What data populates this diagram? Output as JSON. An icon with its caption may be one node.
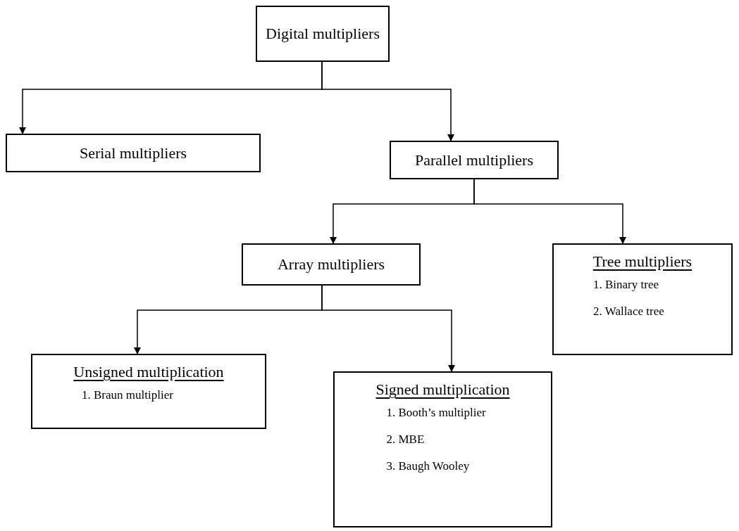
{
  "diagram": {
    "nodes": [
      {
        "text": [
          "Digital multipliers"
        ]
      },
      {
        "text": [
          "Serial multipliers"
        ]
      },
      {
        "text": [
          "Parallel multipliers"
        ]
      },
      {
        "text": [
          "Array multipliers"
        ]
      },
      {
        "text": [
          "Tree multipliers",
          "1. Binary tree",
          "2. Wallace tree"
        ]
      },
      {
        "text": [
          "Unsigned multiplication",
          "1. Braun multiplier"
        ]
      },
      {
        "text": [
          "Signed multiplication",
          "1. Booth’s multiplier",
          "2. MBE",
          "3. Baugh Wooley"
        ]
      }
    ],
    "edges": [
      {
        "from": 0,
        "to": 1,
        "arrow": "to"
      },
      {
        "from": 0,
        "to": 2,
        "arrow": "to"
      },
      {
        "from": 2,
        "to": 3,
        "arrow": "to"
      },
      {
        "from": 2,
        "to": 4,
        "arrow": "to"
      },
      {
        "from": 3,
        "to": 5,
        "arrow": "to"
      },
      {
        "from": 3,
        "to": 6,
        "arrow": "to"
      }
    ]
  }
}
